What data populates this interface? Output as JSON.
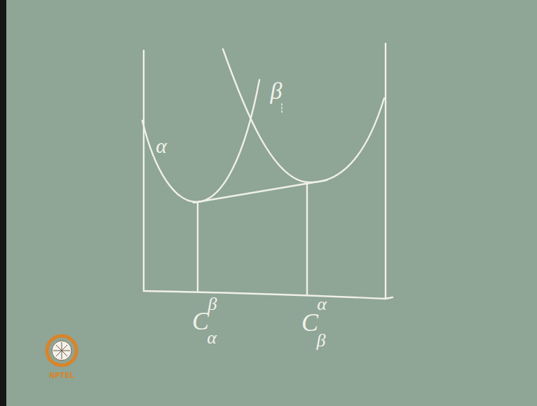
{
  "diagram": {
    "labels": [
      "α",
      "β",
      "C",
      "β",
      "α",
      "C",
      "α",
      "β",
      "NPTEL"
    ]
  }
}
